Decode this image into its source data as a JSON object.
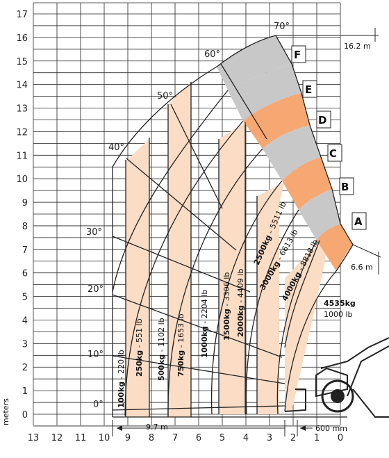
{
  "axes": {
    "y_label": "meters",
    "y_ticks": [
      "0",
      "1",
      "2",
      "3",
      "4",
      "5",
      "6",
      "7",
      "8",
      "9",
      "10",
      "11",
      "12",
      "13",
      "14",
      "15",
      "16",
      "17"
    ],
    "x_ticks": [
      "13",
      "12",
      "11",
      "10",
      "9",
      "8",
      "7",
      "6",
      "5",
      "4",
      "3",
      "2",
      "1",
      "0"
    ],
    "xlim": [
      13,
      0
    ],
    "ylim": [
      -0.5,
      17.5
    ]
  },
  "angles": [
    "0°",
    "10°",
    "20°",
    "30°",
    "40°",
    "50°",
    "60°",
    "70°"
  ],
  "zones": [
    "A",
    "B",
    "C",
    "D",
    "E",
    "F"
  ],
  "capacities": [
    {
      "kg": "100kg",
      "lb": " - 220 lb"
    },
    {
      "kg": "250kg",
      "lb": " - 551 lb"
    },
    {
      "kg": "500kg",
      "lb": " - 1102 lb"
    },
    {
      "kg": "750kg",
      "lb": " - 1653 lb"
    },
    {
      "kg": "1000kg",
      "lb": " - 2204 lb"
    },
    {
      "kg": "1500kg",
      "lb": " - 3306 lb"
    },
    {
      "kg": "2000kg",
      "lb": " - 4409 lb"
    },
    {
      "kg": "2500kg",
      "lb": " - 5511 lb"
    },
    {
      "kg": "3000kg",
      "lb": " - 6613 lb"
    },
    {
      "kg": "4000kg",
      "lb": " - 8818 lb"
    }
  ],
  "max_load": {
    "kg": "4535kg",
    "lb": "1000 lb"
  },
  "dimensions": {
    "max_height": "16.2 m",
    "height_at_max_reach": "6.6 m",
    "max_reach": "9.7 m",
    "offset": "600 mm"
  },
  "colors": {
    "orange": "#f7a872",
    "peach": "#fbdcc5",
    "gray": "#c8c8c8",
    "grid": "#222222"
  }
}
